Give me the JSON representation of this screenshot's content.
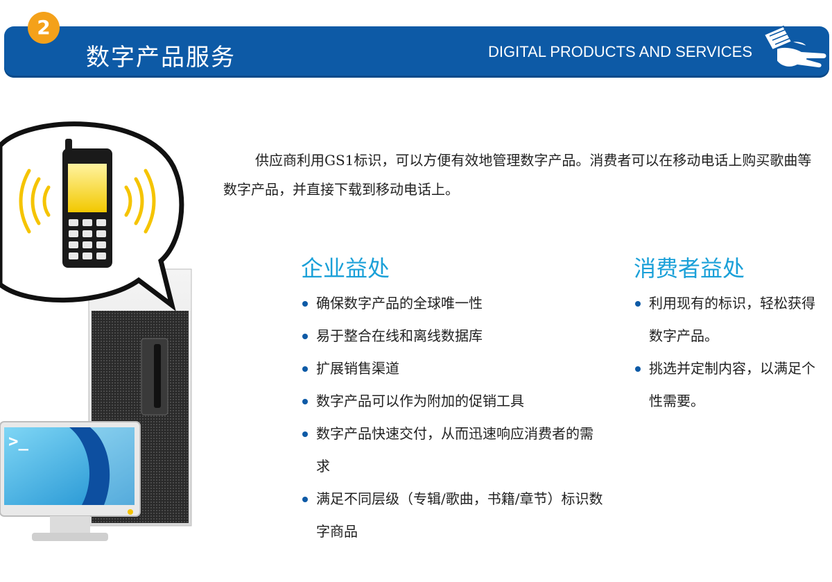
{
  "header": {
    "badge_number": "2",
    "title_cn": "数字产品服务",
    "title_en": "DIGITAL PRODUCTS AND SERVICES"
  },
  "intro_text": "供应商利用GS1标识，可以方便有效地管理数字产品。消费者可以在移动电话上购买歌曲等数字产品，并直接下载到移动电话上。",
  "enterprise": {
    "title": "企业益处",
    "items": [
      "确保数字产品的全球唯一性",
      "易于整合在线和离线数据库",
      "扩展销售渠道",
      "数字产品可以作为附加的促销工具",
      "数字产品快速交付，从而迅速响应消费者的需求",
      "满足不同层级（专辑/歌曲，书籍/章节）标识数字商品"
    ]
  },
  "consumer": {
    "title": "消费者益处",
    "items": [
      "利用现有的标识，轻松获得数字产品。",
      "挑选并定制内容，以满足个性需要。"
    ]
  },
  "illustration": {
    "phone_icon": "mobile-phone-icon",
    "server_icon": "server-tower-icon",
    "monitor_icon": "computer-monitor-icon",
    "terminal_prompt": ">_"
  },
  "colors": {
    "banner_blue": "#0d5aa6",
    "badge_orange": "#f4a11a",
    "heading_cyan": "#1aa0d8",
    "signal_yellow": "#f5c400"
  }
}
